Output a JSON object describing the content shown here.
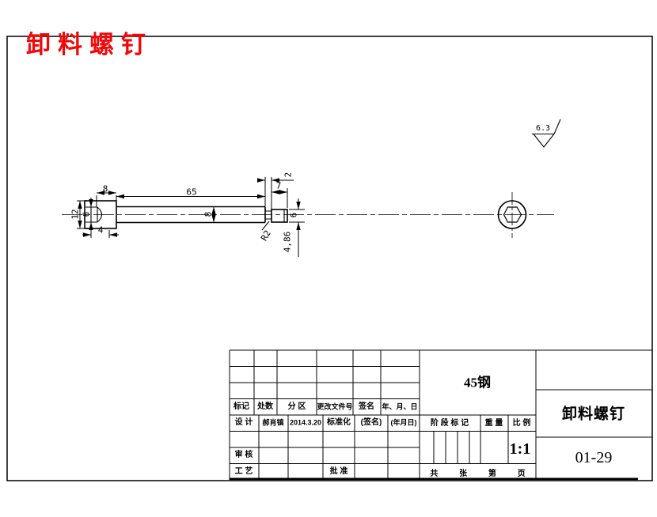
{
  "title": "卸料螺钉",
  "surface_finish": {
    "roughness_value": "6.3"
  },
  "dimensions": {
    "head_length": "8",
    "shank_length": "65",
    "neck_length": "2",
    "tip_length": "7",
    "head_diameter": "12",
    "socket_diameter": "6",
    "socket_depth": "4",
    "shank_diameter": "8",
    "tip_diameter": "6",
    "tip_offset": "4,86",
    "neck_radius": "R2"
  },
  "title_block": {
    "revision_headers": [
      "标记",
      "处数",
      "分 区",
      "更改文件号",
      "签名",
      "年、月、日"
    ],
    "design_row": {
      "role": "设 计",
      "name": "郝肖镇",
      "date": "2014.3.20",
      "std": "标准化",
      "sign": "(签名)",
      "date_label": "(年月日)"
    },
    "audit_label": "审 核",
    "process_label": "工 艺",
    "approve_label": "批 准",
    "material": "45钢",
    "stage_header": "阶 段 标 记",
    "weight_header": "重 量",
    "scale_header": "比 例",
    "scale_value": "1:1",
    "sheet_labels": [
      "共",
      "张",
      "第",
      "页"
    ],
    "part_name": "卸料螺钉",
    "drawing_number": "01-29"
  },
  "colors": {
    "title_red": "#ee0a0a",
    "line": "#000000"
  }
}
